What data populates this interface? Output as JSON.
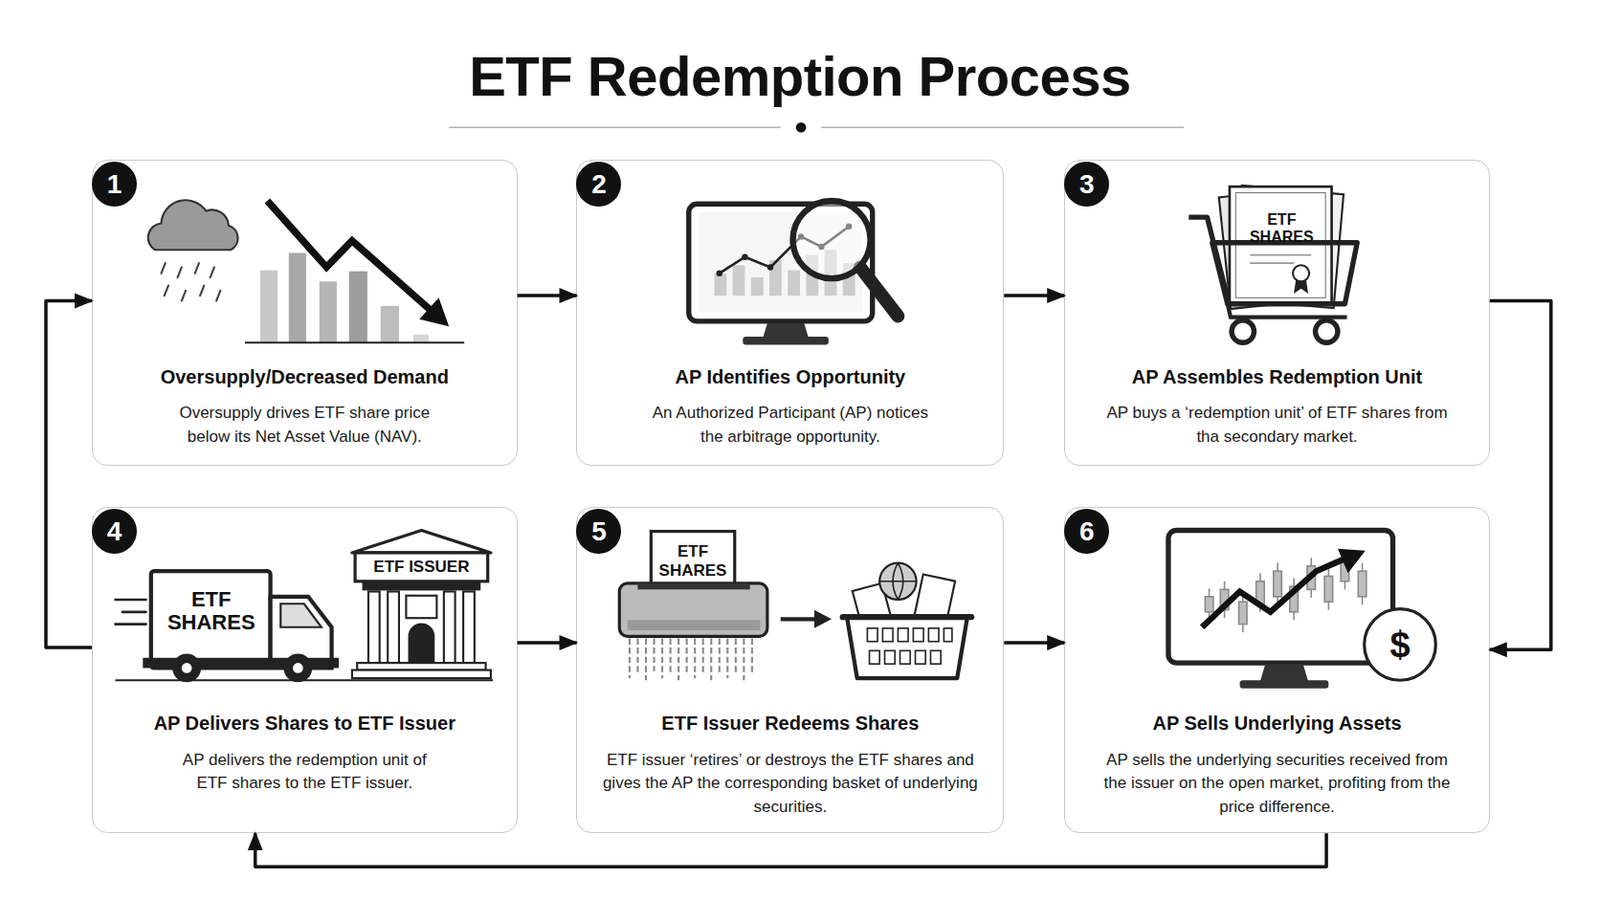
{
  "diagram": {
    "title": "ETF Redemption Process",
    "nodes": [
      {
        "text": [
          "1",
          "Oversupply/Decreased Demand",
          "Oversupply drives ETF share price below its Net Asset Value (NAV)."
        ]
      },
      {
        "text": [
          "2",
          "AP Identifies Opportunity",
          "An Authorized Participant (AP) notices the arbitrage opportunity."
        ]
      },
      {
        "text": [
          "3",
          "AP Assembles Redemption Unit",
          "AP buys a ‘redemption unit’ of ETF shares from tha secondary market."
        ]
      },
      {
        "text": [
          "4",
          "AP Delivers Shares to ETF Issuer",
          "AP delivers the redemption unit of ETF shares to the ETF issuer."
        ]
      },
      {
        "text": [
          "5",
          "ETF Issuer Redeems Shares",
          "ETF issuer ‘retires’ or destroys the ETF shares and gives the AP the corresponding basket of underlying securities."
        ]
      },
      {
        "text": [
          "6",
          "AP Sells Underlying Assets",
          "AP sells the underlying securities received from the issuer on the open market, profiting from the price difference."
        ]
      }
    ],
    "edges": [
      {
        "from": 0,
        "to": 1,
        "arrow": "to"
      },
      {
        "from": 1,
        "to": 2,
        "arrow": "to"
      },
      {
        "from": 2,
        "to": 5,
        "arrow": "to"
      },
      {
        "from": 3,
        "to": 4,
        "arrow": "to"
      },
      {
        "from": 4,
        "to": 5,
        "arrow": "to"
      },
      {
        "from": 5,
        "to": 3,
        "arrow": "to"
      },
      {
        "from": 3,
        "to": 0,
        "arrow": "to"
      }
    ],
    "labels": [
      "ETF SHARES",
      "ETF SHARES",
      "ETF ISSUER",
      "ETF SHARES",
      "$"
    ]
  }
}
